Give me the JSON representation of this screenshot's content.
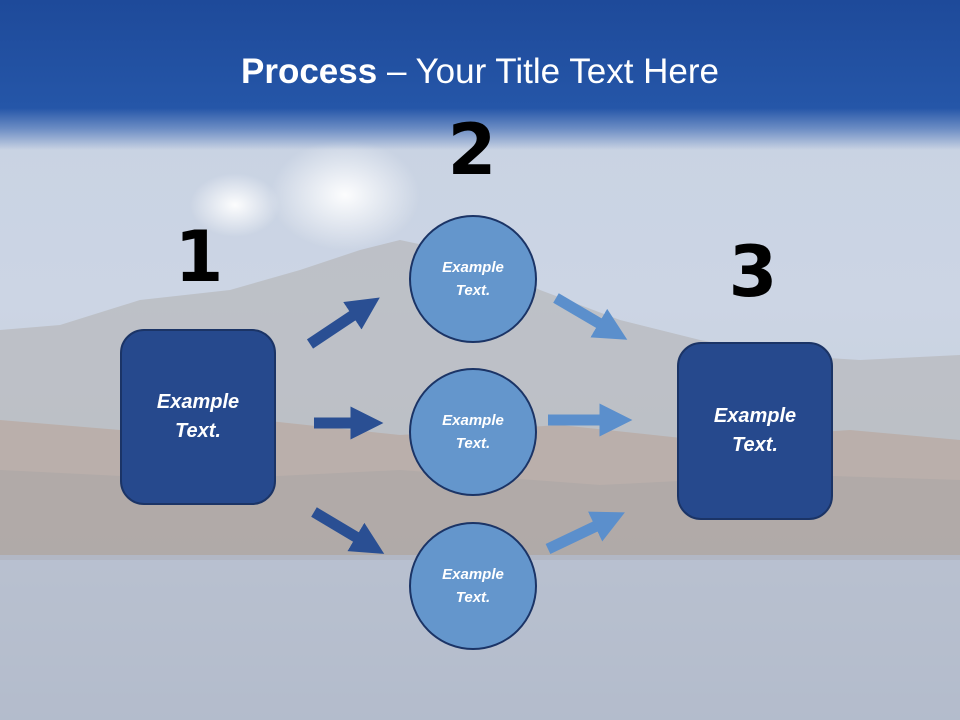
{
  "title": {
    "bold": "Process",
    "rest": " – Your Title Text Here"
  },
  "steps": [
    {
      "number": "1",
      "text": [
        "Example",
        "Text."
      ]
    },
    {
      "number": "2",
      "text": [
        [
          "Example",
          "Text."
        ],
        [
          "Example",
          "Text."
        ],
        [
          "Example",
          "Text."
        ]
      ]
    },
    {
      "number": "3",
      "text": [
        "Example",
        "Text."
      ]
    }
  ],
  "colors": {
    "title_band": "#2556a8",
    "box_fill": "#26498d",
    "circle_fill": "#6496cc",
    "arrow_dark": "#2a4f93",
    "arrow_light": "#5b8fcc"
  }
}
